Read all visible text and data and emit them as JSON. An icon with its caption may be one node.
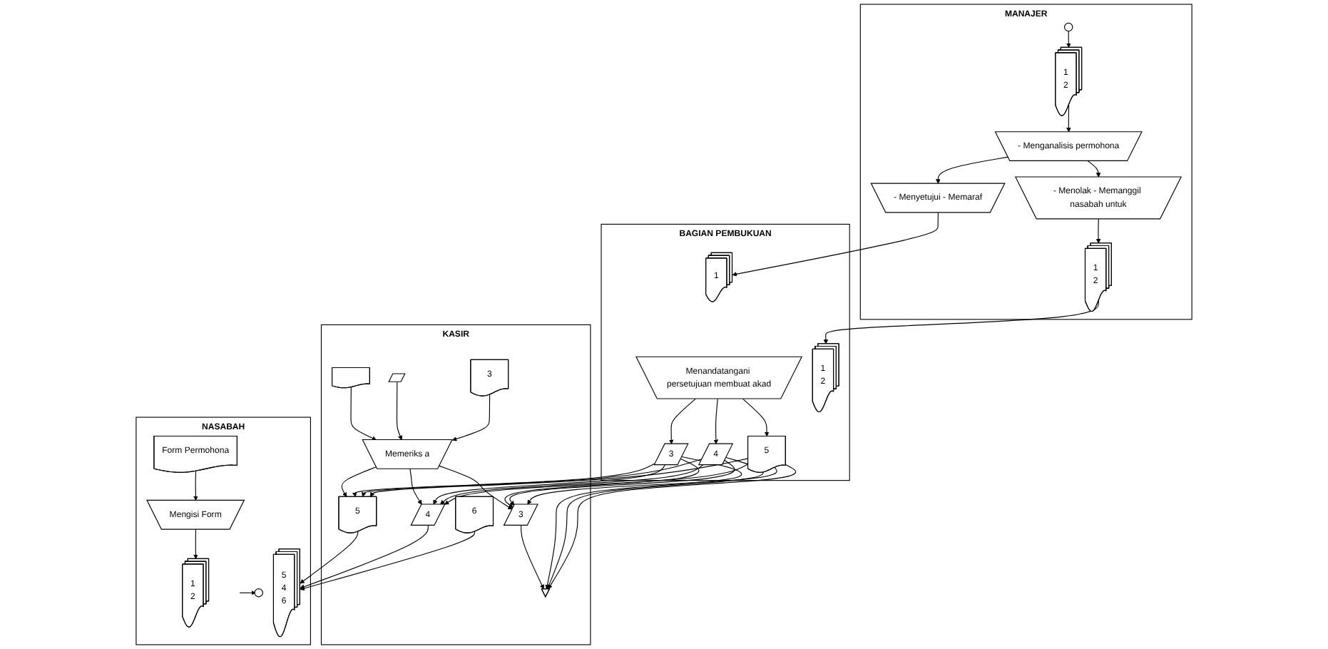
{
  "diagram": {
    "nodes": [
      {
        "text": [
          "NASABAH"
        ]
      },
      {
        "text": [
          "Form Permohona"
        ],
        "in": 0
      },
      {
        "text": [
          "Mengisi Form"
        ],
        "in": 0
      },
      {
        "text": [
          "1",
          "2"
        ],
        "in": 0
      },
      {
        "text": [],
        "shape": "circle",
        "in": 0
      },
      {
        "text": [
          "5",
          "4",
          "6"
        ],
        "in": 0
      },
      {
        "text": [
          "KASIR"
        ]
      },
      {
        "text": [],
        "shape": "document",
        "in": 6
      },
      {
        "text": [],
        "shape": "parallelogram",
        "in": 6
      },
      {
        "text": [
          "3"
        ],
        "in": 6
      },
      {
        "text": [
          "Memeriks a"
        ],
        "in": 6
      },
      {
        "text": [
          "5"
        ],
        "in": 6
      },
      {
        "text": [
          "4"
        ],
        "in": 6
      },
      {
        "text": [
          "3"
        ],
        "in": 6
      },
      {
        "text": [
          "6"
        ],
        "in": 6
      },
      {
        "text": [],
        "shape": "triangle",
        "in": 6
      },
      {
        "text": [
          "BAGIAN PEMBUKUAN"
        ]
      },
      {
        "text": [
          "1"
        ],
        "in": 16
      },
      {
        "text": [
          "Menandatangani persetujuan membuat akad"
        ],
        "in": 16
      },
      {
        "text": [
          "3"
        ],
        "in": 16
      },
      {
        "text": [
          "4"
        ],
        "in": 16
      },
      {
        "text": [
          "5"
        ],
        "in": 16
      },
      {
        "text": [
          "1",
          "2"
        ],
        "in": 16
      },
      {
        "text": [
          "MANAJER"
        ]
      },
      {
        "text": [],
        "shape": "circle",
        "in": 23
      },
      {
        "text": [
          "1",
          "2"
        ],
        "in": 23
      },
      {
        "text": [
          "- Menganalisis permohona"
        ],
        "in": 23
      },
      {
        "text": [
          "- Menyetujui - Memaraf"
        ],
        "in": 23
      },
      {
        "text": [
          "- Menolak - Memanggil nasabah untuk"
        ],
        "in": 23
      },
      {
        "text": [
          "1",
          "2"
        ],
        "in": 23
      }
    ],
    "edges": [
      {
        "from": 1,
        "to": 2,
        "arrow": "to"
      },
      {
        "from": 2,
        "to": 3,
        "arrow": "to"
      },
      {
        "from": null,
        "to": 4,
        "arrow": "to"
      },
      {
        "from": 7,
        "to": 10,
        "arrow": "to"
      },
      {
        "from": 8,
        "to": 10,
        "arrow": "to"
      },
      {
        "from": 9,
        "to": 10,
        "arrow": "to"
      },
      {
        "from": 10,
        "to": 11,
        "arrow": "to"
      },
      {
        "from": 10,
        "to": 12,
        "arrow": "to"
      },
      {
        "from": 10,
        "to": 13,
        "arrow": "to"
      },
      {
        "from": 11,
        "to": 5,
        "arrow": "to"
      },
      {
        "from": 12,
        "to": 5,
        "arrow": "to"
      },
      {
        "from": 14,
        "to": 5,
        "arrow": "to"
      },
      {
        "from": 13,
        "to": 15,
        "arrow": "to"
      },
      {
        "from": 18,
        "to": 19,
        "arrow": "to"
      },
      {
        "from": 18,
        "to": 20,
        "arrow": "to"
      },
      {
        "from": 18,
        "to": 21,
        "arrow": "to"
      },
      {
        "from": 19,
        "to": 15,
        "arrow": "to"
      },
      {
        "from": 20,
        "to": 15,
        "arrow": "to"
      },
      {
        "from": 21,
        "to": 15,
        "arrow": "to"
      },
      {
        "from": 19,
        "to": 11,
        "arrow": "to"
      },
      {
        "from": 19,
        "to": 12,
        "arrow": "to"
      },
      {
        "from": 19,
        "to": 13,
        "arrow": "to"
      },
      {
        "from": 20,
        "to": 11,
        "arrow": "to"
      },
      {
        "from": 20,
        "to": 12,
        "arrow": "to"
      },
      {
        "from": 20,
        "to": 13,
        "arrow": "to"
      },
      {
        "from": 21,
        "to": 11,
        "arrow": "to"
      },
      {
        "from": 21,
        "to": 12,
        "arrow": "to"
      },
      {
        "from": 21,
        "to": 13,
        "arrow": "to"
      },
      {
        "from": 24,
        "to": 25,
        "arrow": "to"
      },
      {
        "from": 25,
        "to": 26,
        "arrow": "to"
      },
      {
        "from": 26,
        "to": 27,
        "arrow": "to"
      },
      {
        "from": 26,
        "to": 28,
        "arrow": "to"
      },
      {
        "from": 27,
        "to": 17,
        "arrow": "to"
      },
      {
        "from": 28,
        "to": 29,
        "arrow": "to"
      },
      {
        "from": 29,
        "to": 22,
        "arrow": "to"
      }
    ]
  }
}
